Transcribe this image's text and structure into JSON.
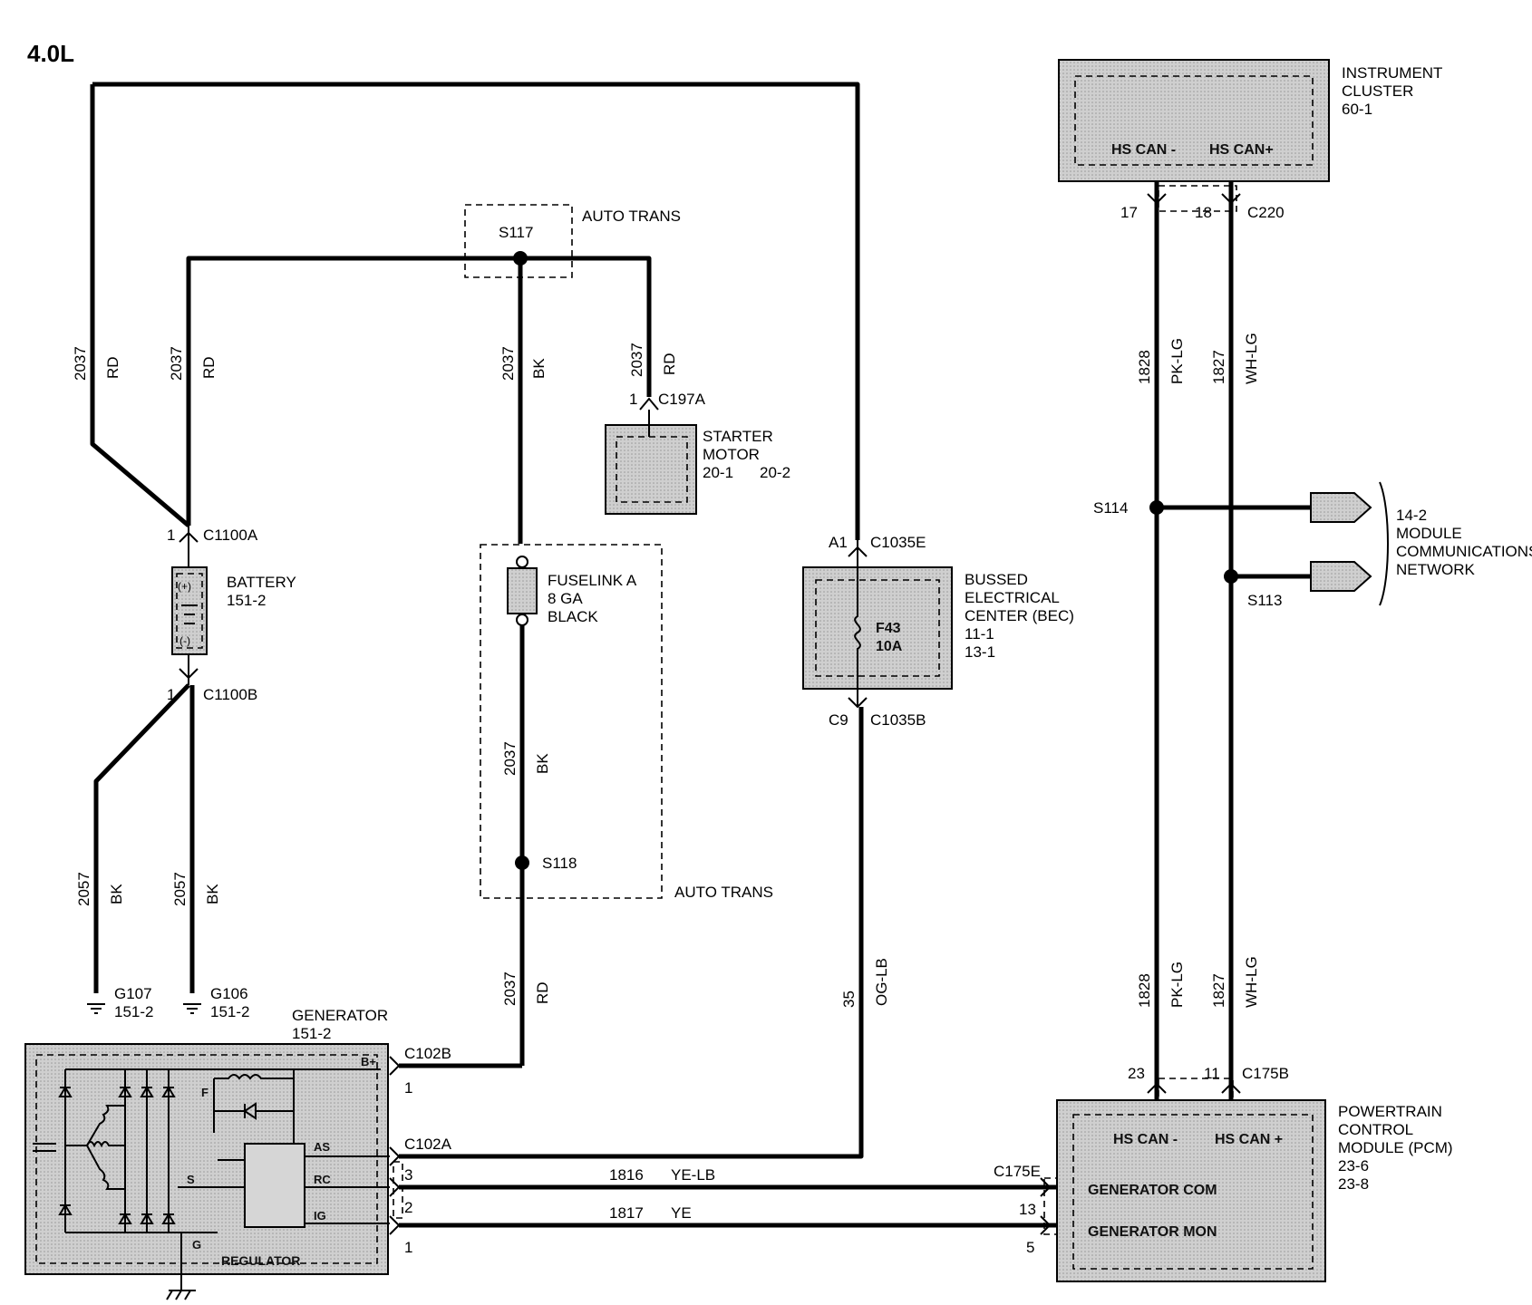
{
  "title": "4.0L",
  "components": {
    "instrument_cluster": {
      "name_lines": [
        "INSTRUMENT",
        "CLUSTER",
        "60-1"
      ],
      "pin_a": "HS CAN -",
      "pin_b": "HS CAN+"
    },
    "starter_motor": {
      "name_lines": [
        "STARTER",
        "MOTOR",
        "20-1",
        "20-2"
      ]
    },
    "battery": {
      "name_lines": [
        "BATTERY",
        "151-2"
      ],
      "plus": "(+)",
      "minus": "(-)"
    },
    "fuselink": {
      "name_lines": [
        "FUSELINK A",
        "8 GA",
        "BLACK"
      ]
    },
    "bec": {
      "name_lines": [
        "BUSSED",
        "ELECTRICAL",
        "CENTER (BEC)",
        "11-1",
        "13-1"
      ],
      "fuse": "F43",
      "rating": "10A"
    },
    "network": {
      "name_lines": [
        "14-2",
        "MODULE",
        "COMMUNICATIONS",
        "NETWORK"
      ]
    },
    "generator": {
      "name_lines": [
        "GENERATOR",
        "151-2"
      ],
      "pins": {
        "b_plus": "B+",
        "as": "AS",
        "rc": "RC",
        "ig": "IG",
        "f": "F",
        "s": "S",
        "g": "G"
      },
      "regulator": "REGULATOR"
    },
    "pcm": {
      "name_lines": [
        "POWERTRAIN",
        "CONTROL",
        "MODULE (PCM)",
        "23-6",
        "23-8"
      ],
      "pin_a": "HS CAN -",
      "pin_b": "HS CAN +",
      "gen_com": "GENERATOR COM",
      "gen_mon": "GENERATOR MON"
    }
  },
  "splices": {
    "s117": "S117",
    "s118": "S118",
    "s114": "S114",
    "s113": "S113",
    "auto_trans_1": "AUTO TRANS",
    "auto_trans_2": "AUTO TRANS"
  },
  "connectors": {
    "c1100a": "C1100A",
    "c1100a_pin": "1",
    "c1100b": "C1100B",
    "c1100b_pin": "1",
    "c197a": "C197A",
    "c197a_pin": "1",
    "c1035e": "C1035E",
    "c1035e_pin": "A1",
    "c1035b": "C1035B",
    "c1035b_pin": "C9",
    "c220": "C220",
    "c220_pin17": "17",
    "c220_pin18": "18",
    "c175b": "C175B",
    "c175b_pin23": "23",
    "c175b_pin11": "11",
    "c175e": "C175E",
    "c175e_pin13": "13",
    "c175e_pin5": "5",
    "c102b": "C102B",
    "c102b_pin": "1",
    "c102a": "C102A",
    "c102a_pin3": "3",
    "c102a_pin2": "2",
    "c102a_pin1": "1"
  },
  "grounds": {
    "g107": "G107",
    "g107_ref": "151-2",
    "g106": "G106",
    "g106_ref": "151-2"
  },
  "wires": {
    "c2037": "2037",
    "rd": "RD",
    "bk": "BK",
    "c2057": "2057",
    "c35": "35",
    "og_lb": "OG-LB",
    "c1828": "1828",
    "pk_lg": "PK-LG",
    "c1827": "1827",
    "wh_lg": "WH-LG",
    "c1816": "1816",
    "ye_lb": "YE-LB",
    "c1817": "1817",
    "ye": "YE"
  }
}
